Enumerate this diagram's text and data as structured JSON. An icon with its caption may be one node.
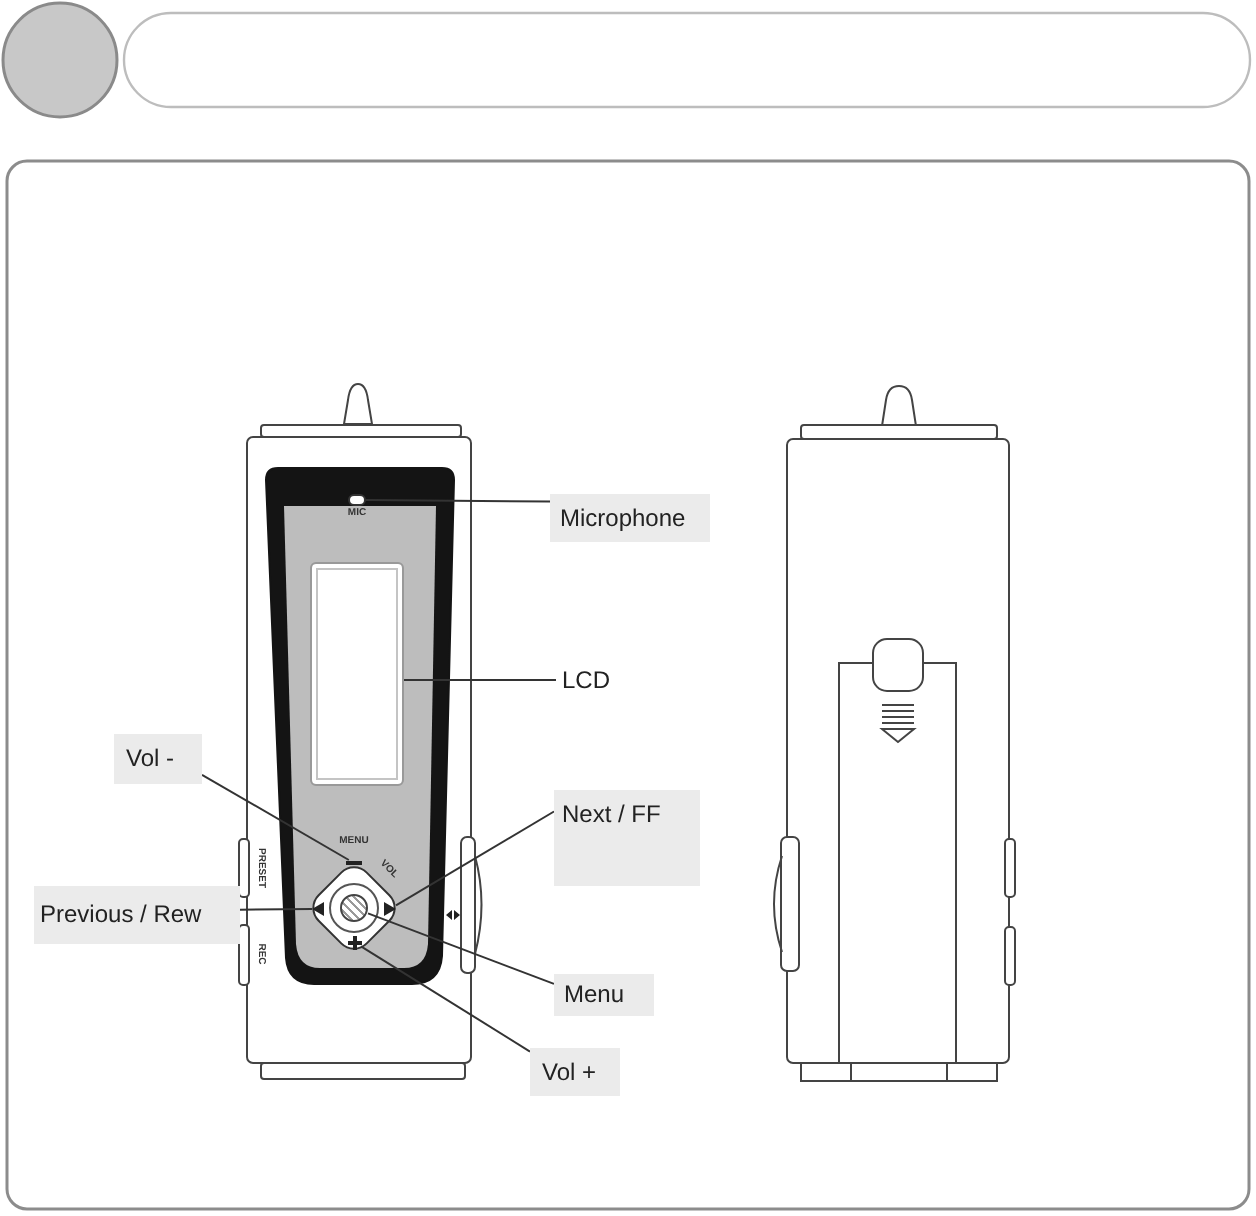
{
  "diagram": {
    "nodes": [
      {
        "text": [
          "Microphone"
        ]
      },
      {
        "text": [],
        "shape": "box"
      },
      {
        "text": [
          "LCD"
        ]
      },
      {
        "text": [],
        "shape": "box"
      },
      {
        "text": [
          "Vol -"
        ]
      },
      {
        "text": [],
        "shape": "button"
      },
      {
        "text": [
          "Next / FF"
        ]
      },
      {
        "text": [],
        "shape": "button"
      },
      {
        "text": [
          "Previous / Rew"
        ]
      },
      {
        "text": [],
        "shape": "button"
      },
      {
        "text": [
          "Menu"
        ]
      },
      {
        "text": [],
        "shape": "circle"
      },
      {
        "text": [
          "Vol +"
        ]
      },
      {
        "text": [],
        "shape": "button"
      }
    ],
    "edges": [
      {
        "from": 0,
        "to": 1,
        "arrow": "none"
      },
      {
        "from": 2,
        "to": 3,
        "arrow": "none"
      },
      {
        "from": 4,
        "to": 5,
        "arrow": "none"
      },
      {
        "from": 6,
        "to": 7,
        "arrow": "none"
      },
      {
        "from": 8,
        "to": 9,
        "arrow": "none"
      },
      {
        "from": 10,
        "to": 11,
        "arrow": "none"
      },
      {
        "from": 12,
        "to": 13,
        "arrow": "none"
      }
    ],
    "labels": [
      "MIC",
      "PRESET",
      "MENU",
      "VOL",
      "REC"
    ]
  }
}
